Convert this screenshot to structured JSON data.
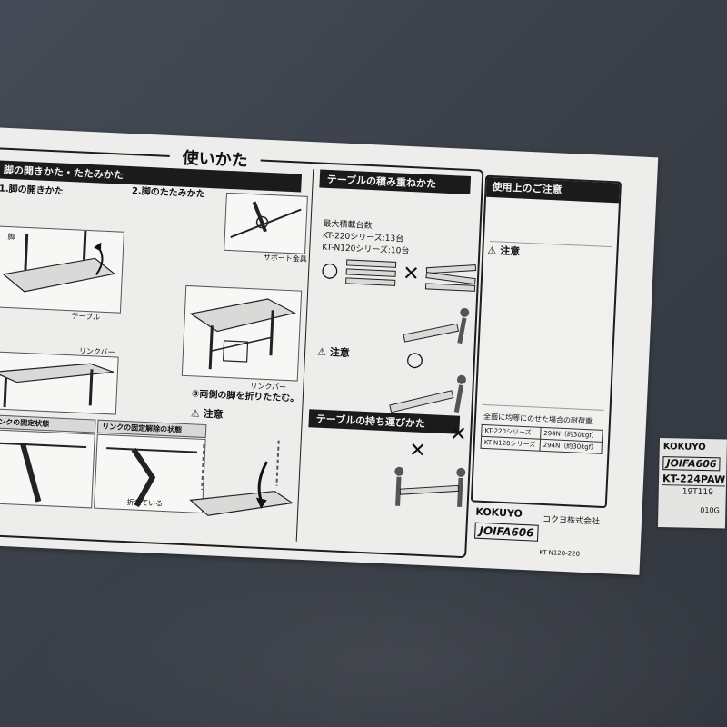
{
  "label": {
    "title": "使いかた",
    "sections": {
      "open_fold": "脚の開きかた・たたみかた",
      "stacking": "テーブルの積み重ねかた",
      "carrying": "テーブルの持ち運びかた",
      "usage_notes": "使用上のご注意"
    },
    "steps": {
      "open": "1.脚の開きかた",
      "fold": "2.脚のたたみかた",
      "fold_both": "③両側の脚を折りたたむ。"
    },
    "caution": "注意",
    "part_labels": {
      "leg": "脚",
      "table": "テーブル",
      "link_bar": "リンクバー",
      "support": "サポート金具"
    },
    "lock_states": {
      "fixed": "リンクの固定状態",
      "released": "リンクの固定解除の状態",
      "bent": "折れている"
    },
    "stacking": {
      "max_label": "最大積載台数",
      "kt220": "KT-220シリーズ:13台",
      "ktn120": "KT-N120シリーズ:10台"
    },
    "load_table": {
      "title": "全面に均等にのせた場合の耐荷重",
      "rows": [
        [
          "KT-220シリーズ",
          "294N（約30kgf）"
        ],
        [
          "KT-N120シリーズ",
          "294N（約30kgf）"
        ]
      ]
    },
    "brand": "KOKUYO",
    "company": "コクヨ株式会社",
    "joifa": "JOIFA606",
    "model_code": "KT-N120-220"
  },
  "tag": {
    "brand": "KOKUYO",
    "joifa": "JOIFA606",
    "model": "KT-224PAW",
    "lot": "19T119",
    "code": "010G"
  }
}
